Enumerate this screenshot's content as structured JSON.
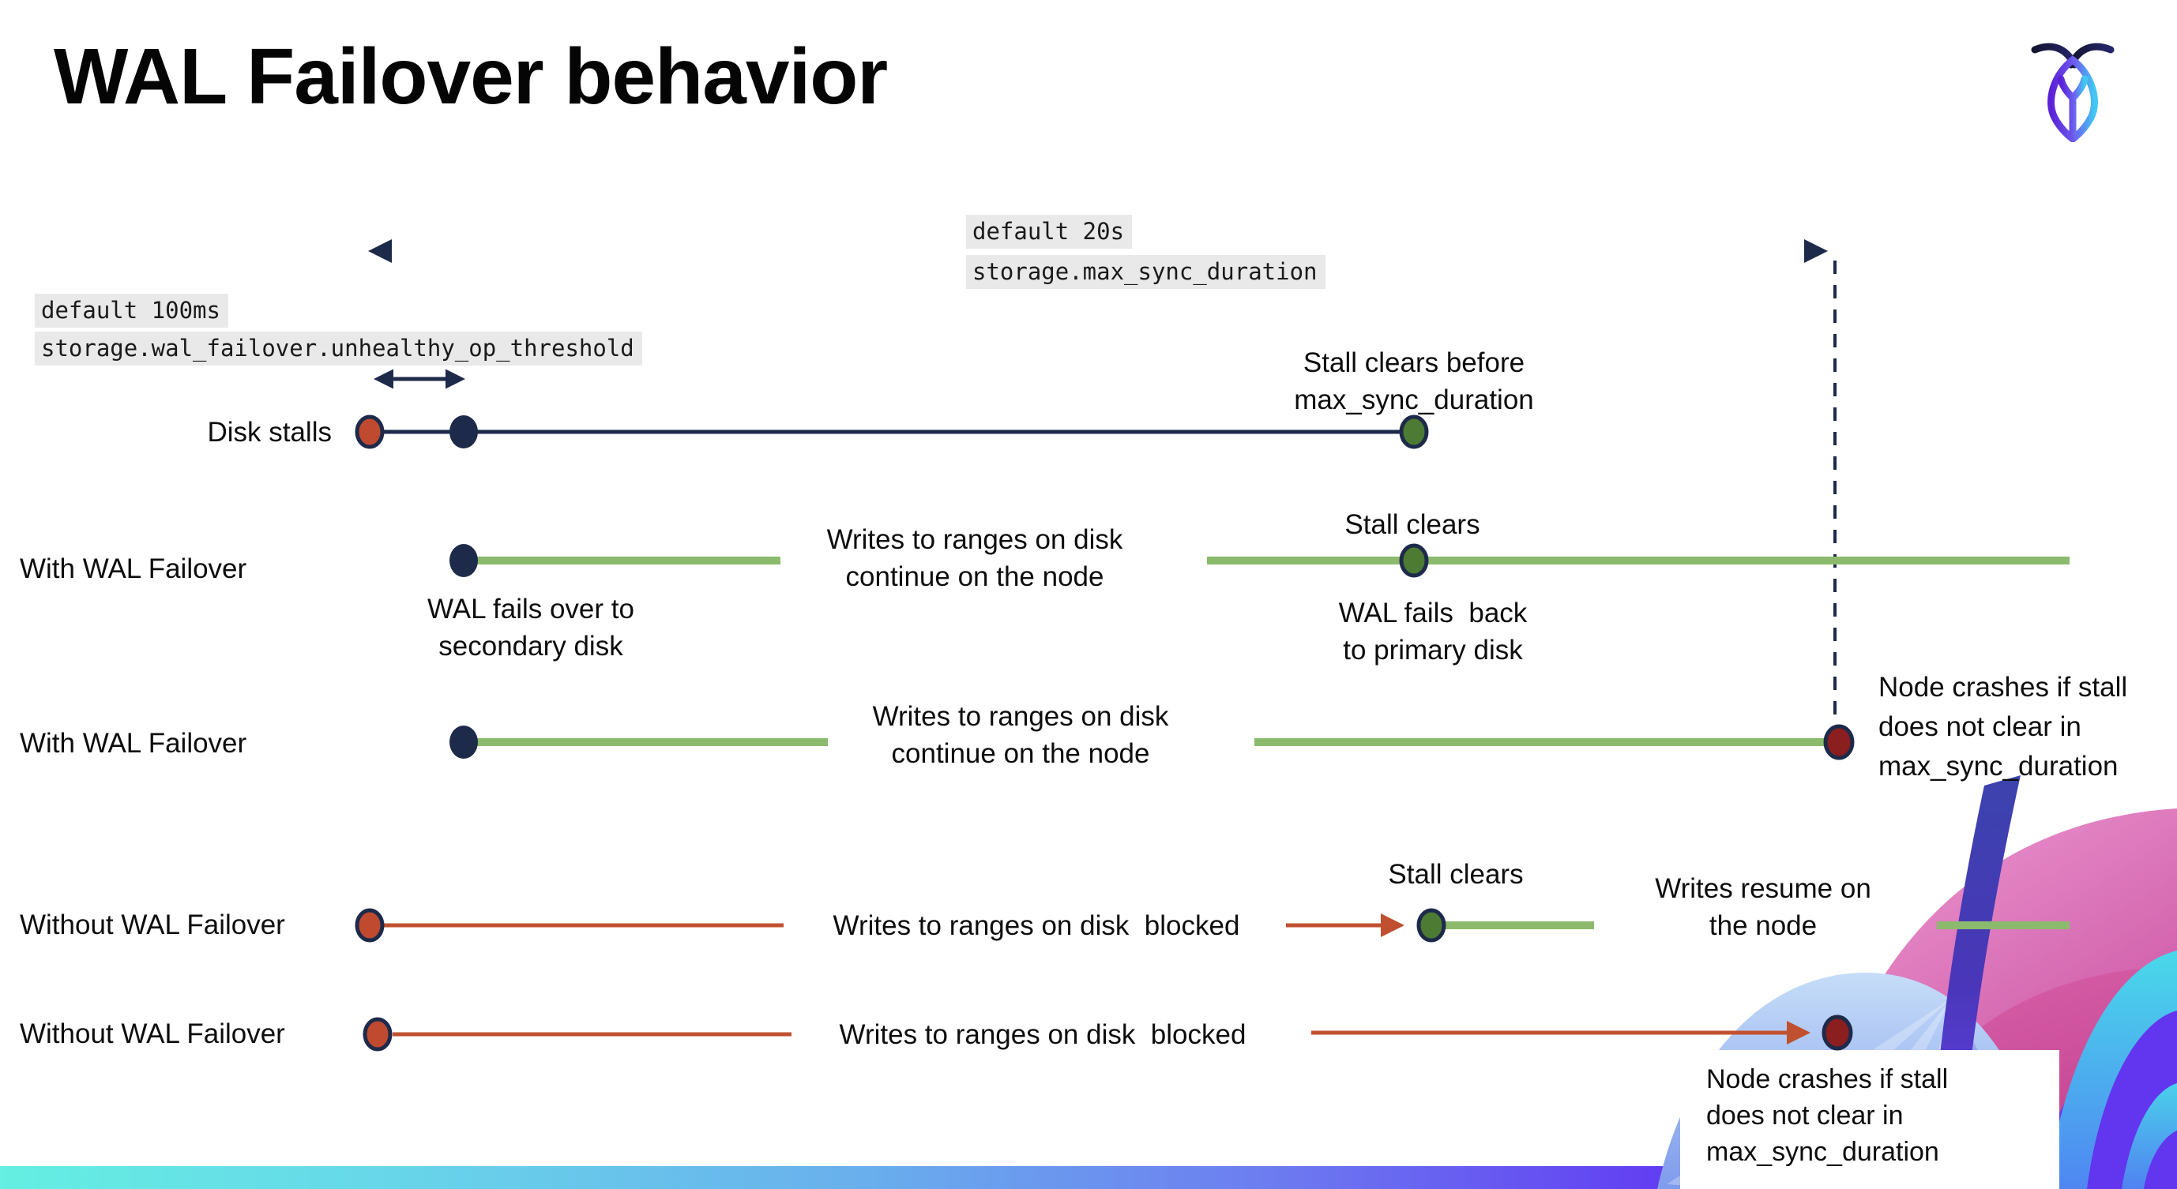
{
  "page": {
    "title": "WAL Failover behavior"
  },
  "logo": {
    "name": "cockroachdb-logo"
  },
  "colors": {
    "navy": "#1e2a4a",
    "green_line": "#8cba6c",
    "green_dot": "#4e7b33",
    "red_line": "#c0502f",
    "red_dot": "#bf4a30",
    "dark_red_dot": "#8b1e1e",
    "callout_bg": "#e9e9e9",
    "footer_gradient": [
      "#64efe2",
      "#69aeed",
      "#6d7df0",
      "#5b2ef1"
    ]
  },
  "callouts": {
    "max_sync": {
      "line1": "default 20s",
      "line2": "storage.max_sync_duration"
    },
    "op_threshold": {
      "line1": "default 100ms",
      "line2": "storage.wal_failover.unhealthy_op_threshold"
    }
  },
  "rows": {
    "disk_stalls": {
      "label": "Disk stalls",
      "clears_note": "Stall clears before\nmax_sync_duration"
    },
    "with_failover_1": {
      "label": "With WAL Failover",
      "failover_note": "WAL fails over to\nsecondary disk",
      "writes_note": "Writes to ranges on disk\ncontinue on the node",
      "stall_note": "Stall clears",
      "failback_note": "WAL fails  back\nto primary disk"
    },
    "with_failover_2": {
      "label": "With WAL Failover",
      "writes_note": "Writes to ranges on disk\ncontinue on the node",
      "crash_note": "Node crashes if stall\ndoes not clear in\nmax_sync_duration"
    },
    "without_failover_1": {
      "label": "Without WAL Failover",
      "blocked_note": "Writes to ranges on disk  blocked",
      "stall_note": "Stall clears",
      "resume_note": "Writes resume on\nthe node"
    },
    "without_failover_2": {
      "label": "Without WAL Failover",
      "blocked_note": "Writes to ranges on disk  blocked",
      "crash_note": "Node crashes if stall\ndoes not clear in\nmax_sync_duration"
    }
  }
}
